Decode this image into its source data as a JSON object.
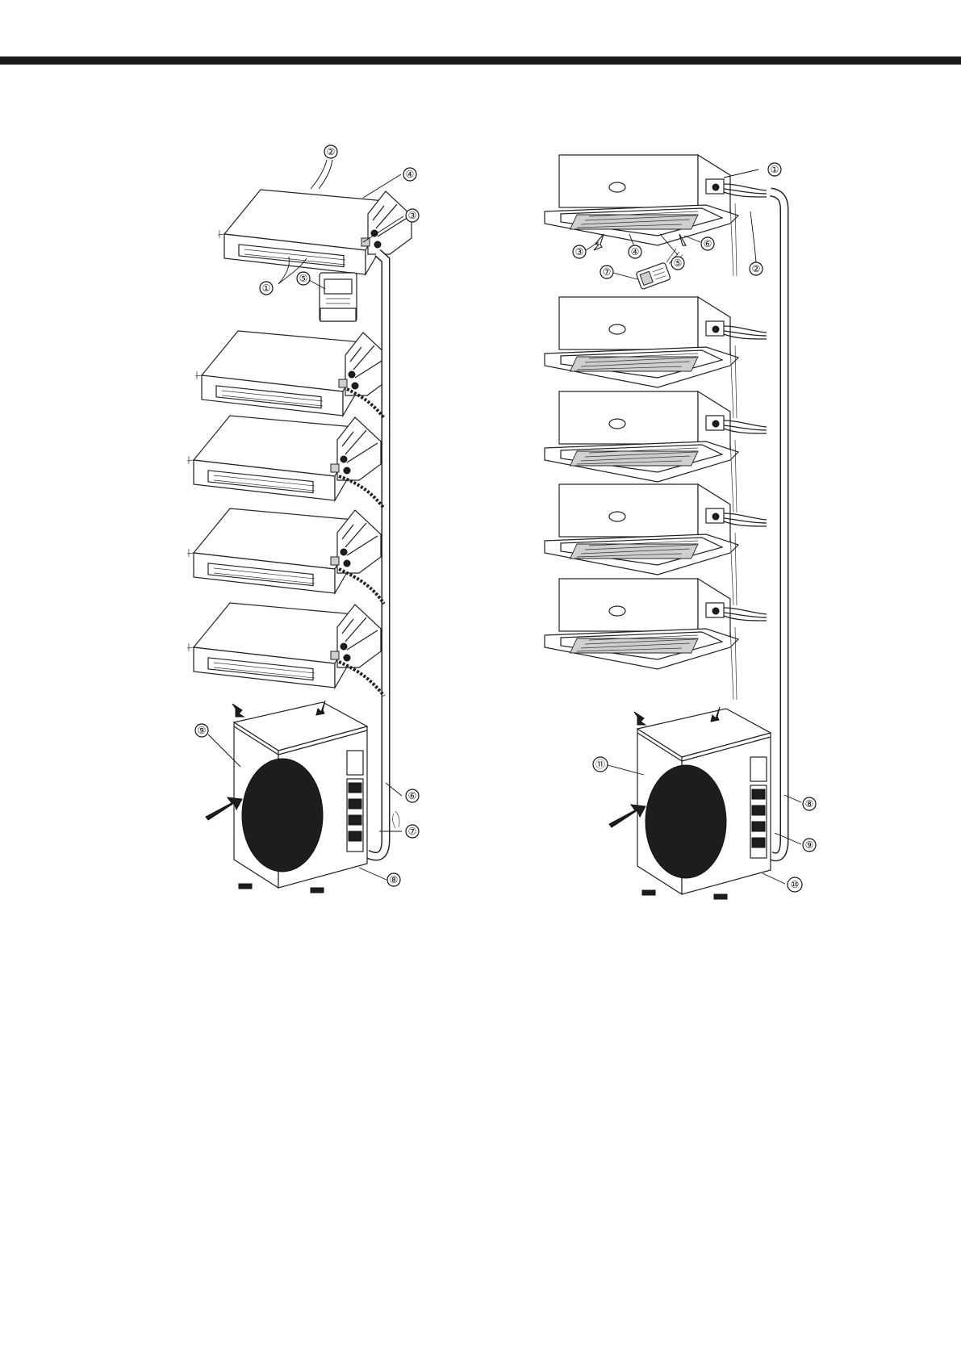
{
  "colors": {
    "rule": "#1a1a1a",
    "line": "#222222",
    "background": "#ffffff"
  },
  "left_diagram": {
    "callouts": [
      {
        "id": "1",
        "label": "①"
      },
      {
        "id": "2",
        "label": "②"
      },
      {
        "id": "3",
        "label": "③"
      },
      {
        "id": "4",
        "label": "④"
      },
      {
        "id": "5",
        "label": "⑤"
      },
      {
        "id": "6",
        "label": "⑥"
      },
      {
        "id": "7",
        "label": "⑦"
      },
      {
        "id": "8",
        "label": "⑧"
      },
      {
        "id": "9",
        "label": "⑨"
      }
    ],
    "indoor_unit_type": "duct-unit-icon",
    "indoor_unit_count": 5
  },
  "right_diagram": {
    "callouts": [
      {
        "id": "1",
        "label": "①"
      },
      {
        "id": "2",
        "label": "②"
      },
      {
        "id": "3",
        "label": "③"
      },
      {
        "id": "4",
        "label": "④"
      },
      {
        "id": "5",
        "label": "⑤"
      },
      {
        "id": "6",
        "label": "⑥"
      },
      {
        "id": "7",
        "label": "⑦"
      },
      {
        "id": "8",
        "label": "⑧"
      },
      {
        "id": "9",
        "label": "⑨"
      },
      {
        "id": "10",
        "label": "⑩"
      },
      {
        "id": "11",
        "label": "⑪"
      }
    ],
    "indoor_unit_type": "cassette-unit-icon",
    "indoor_unit_count": 5
  }
}
